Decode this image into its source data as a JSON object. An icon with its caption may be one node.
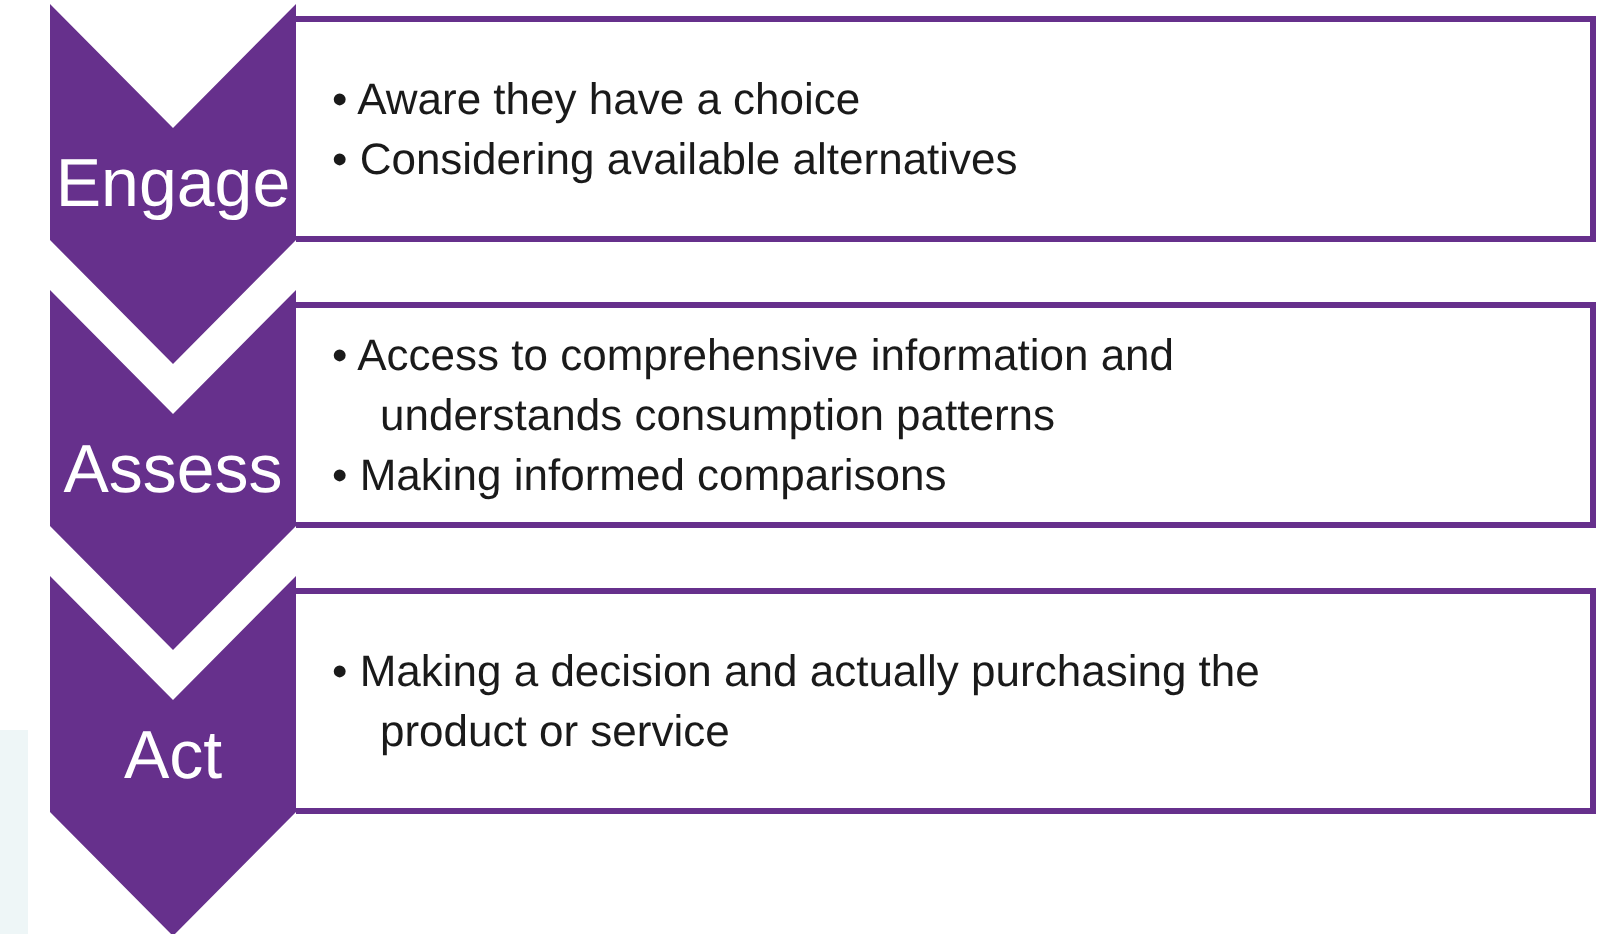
{
  "diagram": {
    "nodes": [
      {
        "text": [
          "Engage"
        ]
      },
      {
        "text": [
          "• Aware they have a choice",
          "• Considering available alternatives"
        ]
      },
      {
        "text": [
          "Assess"
        ]
      },
      {
        "text": [
          "• Access to comprehensive information and understands consumption patterns",
          "• Making informed comparisons"
        ]
      },
      {
        "text": [
          "Act"
        ]
      },
      {
        "text": [
          "• Making a decision and actually purchasing the product or service"
        ]
      }
    ]
  }
}
